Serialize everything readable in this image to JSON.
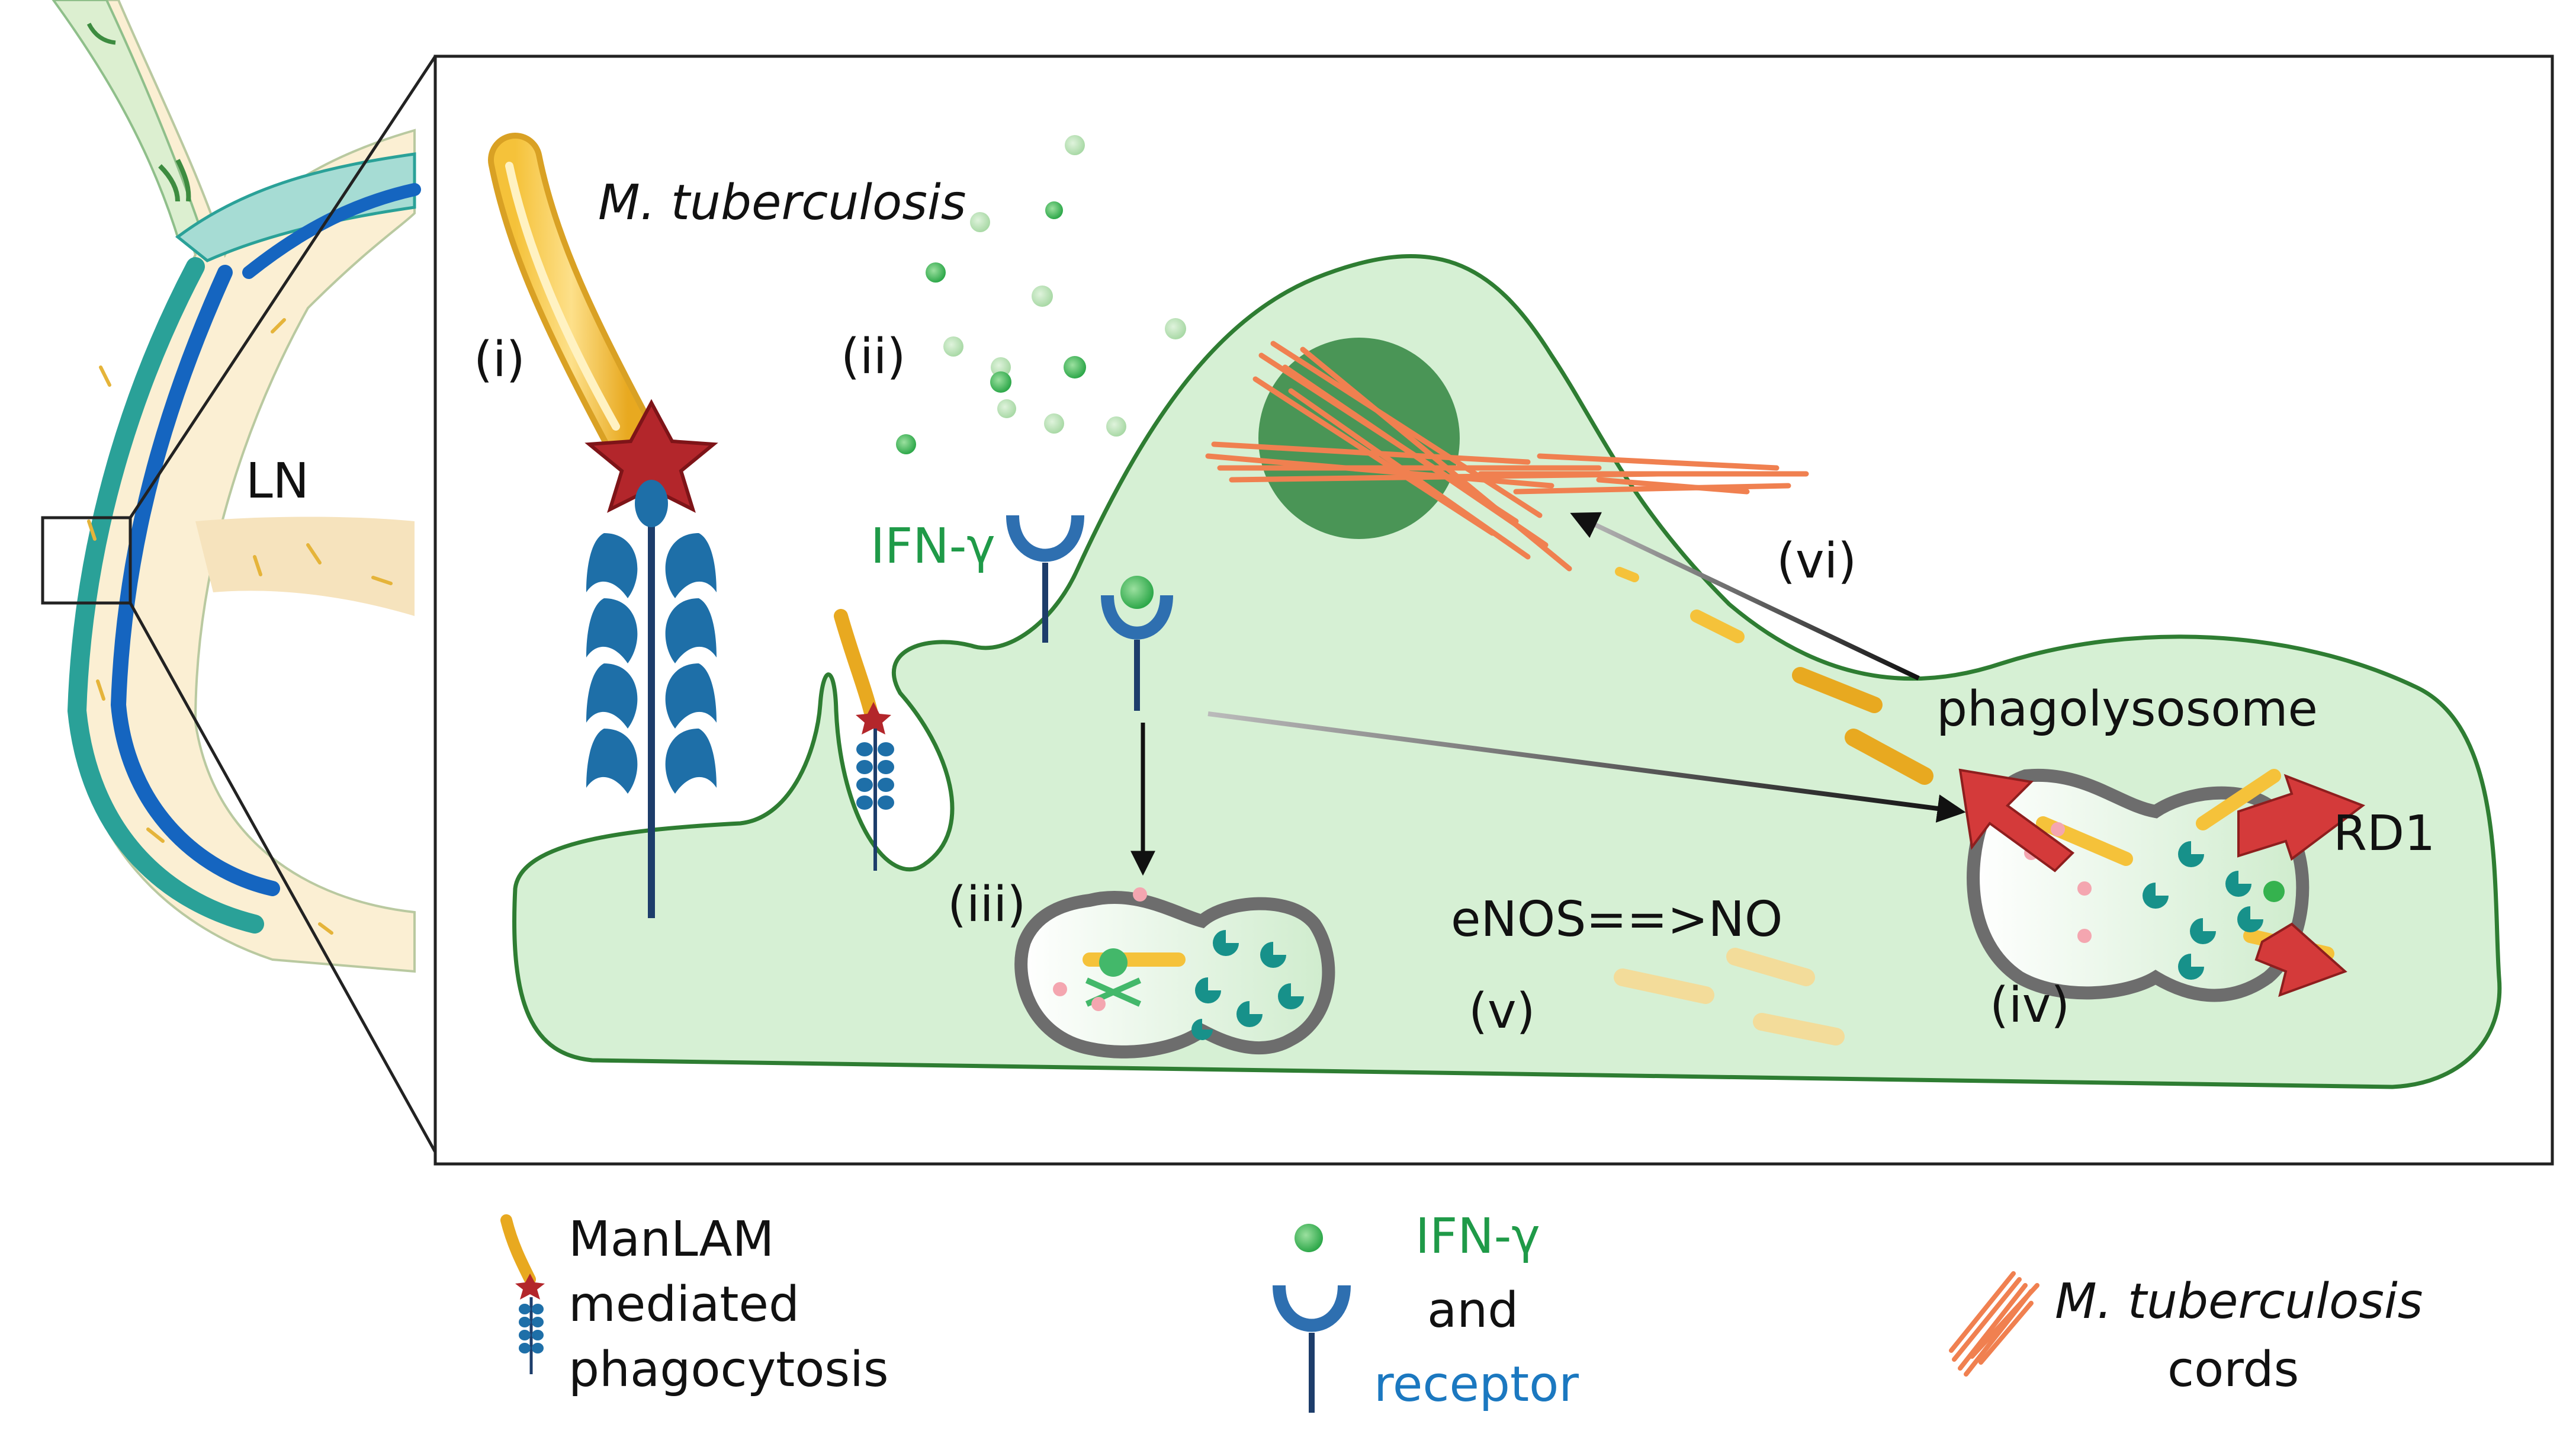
{
  "labels": {
    "mtb": "M. tuberculosis",
    "ln": "LN",
    "step_i": "(i)",
    "step_ii": "(ii)",
    "step_iii": "(iii)",
    "step_iv": "(iv)",
    "step_v": "(v)",
    "step_vi": "(vi)",
    "ifn": "IFN-γ",
    "phagolysosome": "phagolysosome",
    "rd1": "RD1",
    "enos": "eNOS==>NO"
  },
  "legend": {
    "manlam": [
      "ManLAM",
      "mediated",
      "phagocytosis"
    ],
    "ifn": "IFN-γ",
    "and": "and",
    "receptor": "receptor",
    "cords_italic": "M. tuberculosis",
    "cords": "cords"
  },
  "colors": {
    "cell_fill": "#d6f0d4",
    "cell_stroke": "#2e7d32",
    "nucleus": "#4a9556",
    "mtb_yellow": "#f5c23a",
    "receptor_blue": "#1e6fa8",
    "ifn_green": "#35b24e",
    "cord_orange": "#f08050",
    "rd1_red": "#d43a3a",
    "ln_blue": "#1565c0",
    "ln_teal": "#2aa198",
    "ln_cream": "#fbefd3"
  }
}
